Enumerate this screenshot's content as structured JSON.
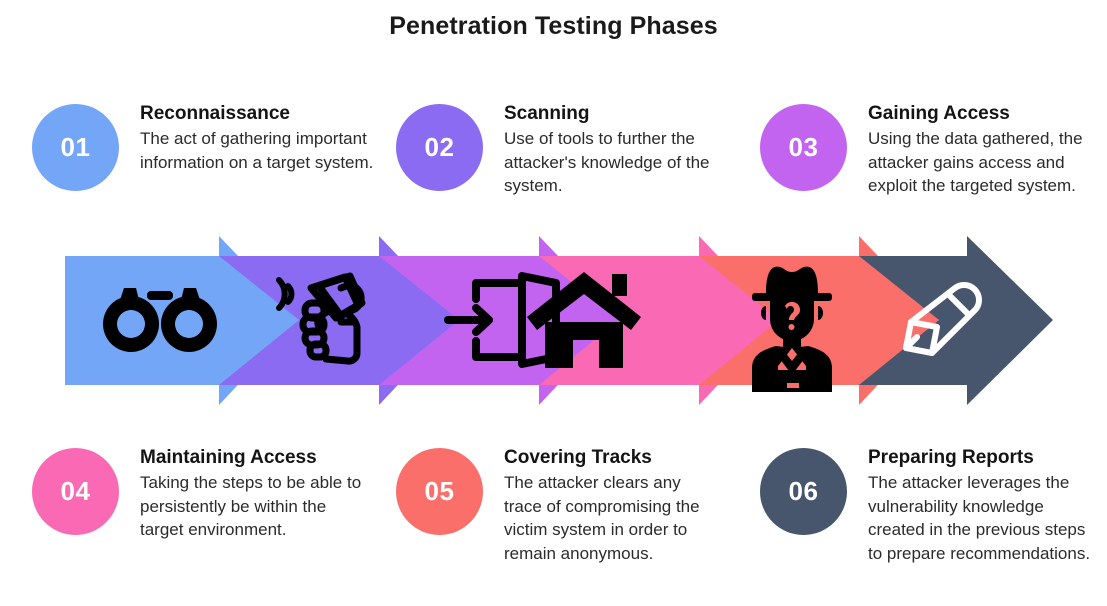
{
  "title": "Penetration Testing Phases",
  "palette": {
    "blue": "#74A6F7",
    "purple": "#8A6BF2",
    "orchid": "#C264F0",
    "pink": "#FA69B4",
    "coral": "#FB6F6B",
    "slate": "#47556D",
    "text": "#2b2b2b",
    "heading": "#141414"
  },
  "phases": [
    {
      "number": "01",
      "title": "Reconnaissance",
      "desc": "The act of gathering important information on a target system.",
      "color": "#74A6F7",
      "icon": "binoculars-icon"
    },
    {
      "number": "02",
      "title": "Scanning",
      "desc": "Use of tools to further the attacker's knowledge of the system.",
      "color": "#8A6BF2",
      "icon": "barcode-scanner-icon"
    },
    {
      "number": "03",
      "title": "Gaining Access",
      "desc": "Using the data gathered, the attacker gains access and exploit the targeted system.",
      "color": "#C264F0",
      "icon": "login-door-icon"
    },
    {
      "number": "04",
      "title": "Maintaining Access",
      "desc": "Taking the steps to be able to persistently be within the target environment.",
      "color": "#FA69B4",
      "icon": "house-icon"
    },
    {
      "number": "05",
      "title": "Covering Tracks",
      "desc": "The attacker clears any trace of compromising the victim system in order to remain anonymous.",
      "color": "#FB6F6B",
      "icon": "anonymous-spy-icon"
    },
    {
      "number": "06",
      "title": "Preparing Reports",
      "desc": "The attacker leverages the vulnerability knowledge created in the previous steps to prepare recommendations.",
      "color": "#47556D",
      "icon": "pencil-icon"
    }
  ]
}
